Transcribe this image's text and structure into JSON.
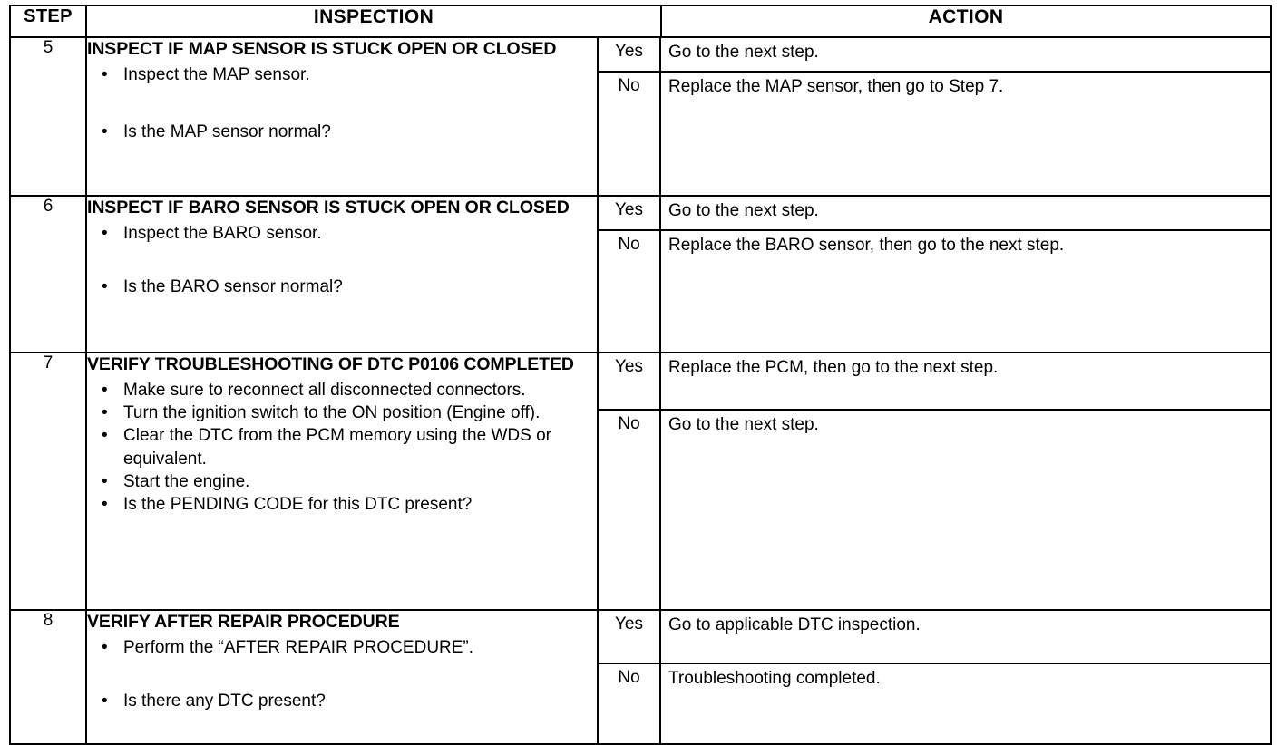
{
  "document": {
    "kind": "dtc-troubleshooting-table",
    "columns": {
      "step": "STEP",
      "inspection": "INSPECTION",
      "action": "ACTION"
    },
    "answer_labels": {
      "yes": "Yes",
      "no": "No"
    }
  },
  "rows": [
    {
      "step": "5",
      "title": "INSPECT IF MAP SENSOR IS STUCK OPEN OR CLOSED",
      "bullets": [
        "Inspect the MAP sensor.",
        "Is the MAP sensor normal?"
      ],
      "results": [
        {
          "answer": "Yes",
          "action": "Go to the next step."
        },
        {
          "answer": "No",
          "action": "Replace the MAP sensor, then go to Step 7."
        }
      ]
    },
    {
      "step": "6",
      "title": "INSPECT IF BARO SENSOR IS STUCK OPEN OR CLOSED",
      "bullets": [
        "Inspect the BARO sensor.",
        "Is the BARO sensor normal?"
      ],
      "results": [
        {
          "answer": "Yes",
          "action": "Go to the next step."
        },
        {
          "answer": "No",
          "action": "Replace the BARO sensor, then go to the next step."
        }
      ]
    },
    {
      "step": "7",
      "title": "VERIFY TROUBLESHOOTING OF DTC P0106 COMPLETED",
      "bullets": [
        "Make sure to reconnect all disconnected connectors.",
        "Turn the ignition switch to the ON position (Engine off).",
        "Clear the DTC from the PCM memory using the WDS or equivalent.",
        "Start the engine.",
        "Is the PENDING CODE for this DTC present?"
      ],
      "results": [
        {
          "answer": "Yes",
          "action": "Replace the PCM, then go to the next step."
        },
        {
          "answer": "No",
          "action": "Go to the next step."
        }
      ]
    },
    {
      "step": "8",
      "title": "VERIFY AFTER REPAIR PROCEDURE",
      "bullets": [
        "Perform the “AFTER REPAIR PROCEDURE”.",
        "Is there any DTC present?"
      ],
      "results": [
        {
          "answer": "Yes",
          "action": "Go to applicable DTC inspection."
        },
        {
          "answer": "No",
          "action": "Troubleshooting completed."
        }
      ]
    }
  ],
  "bullet_glyph": "•",
  "colors": {
    "ink": "#000000",
    "paper": "#ffffff"
  }
}
